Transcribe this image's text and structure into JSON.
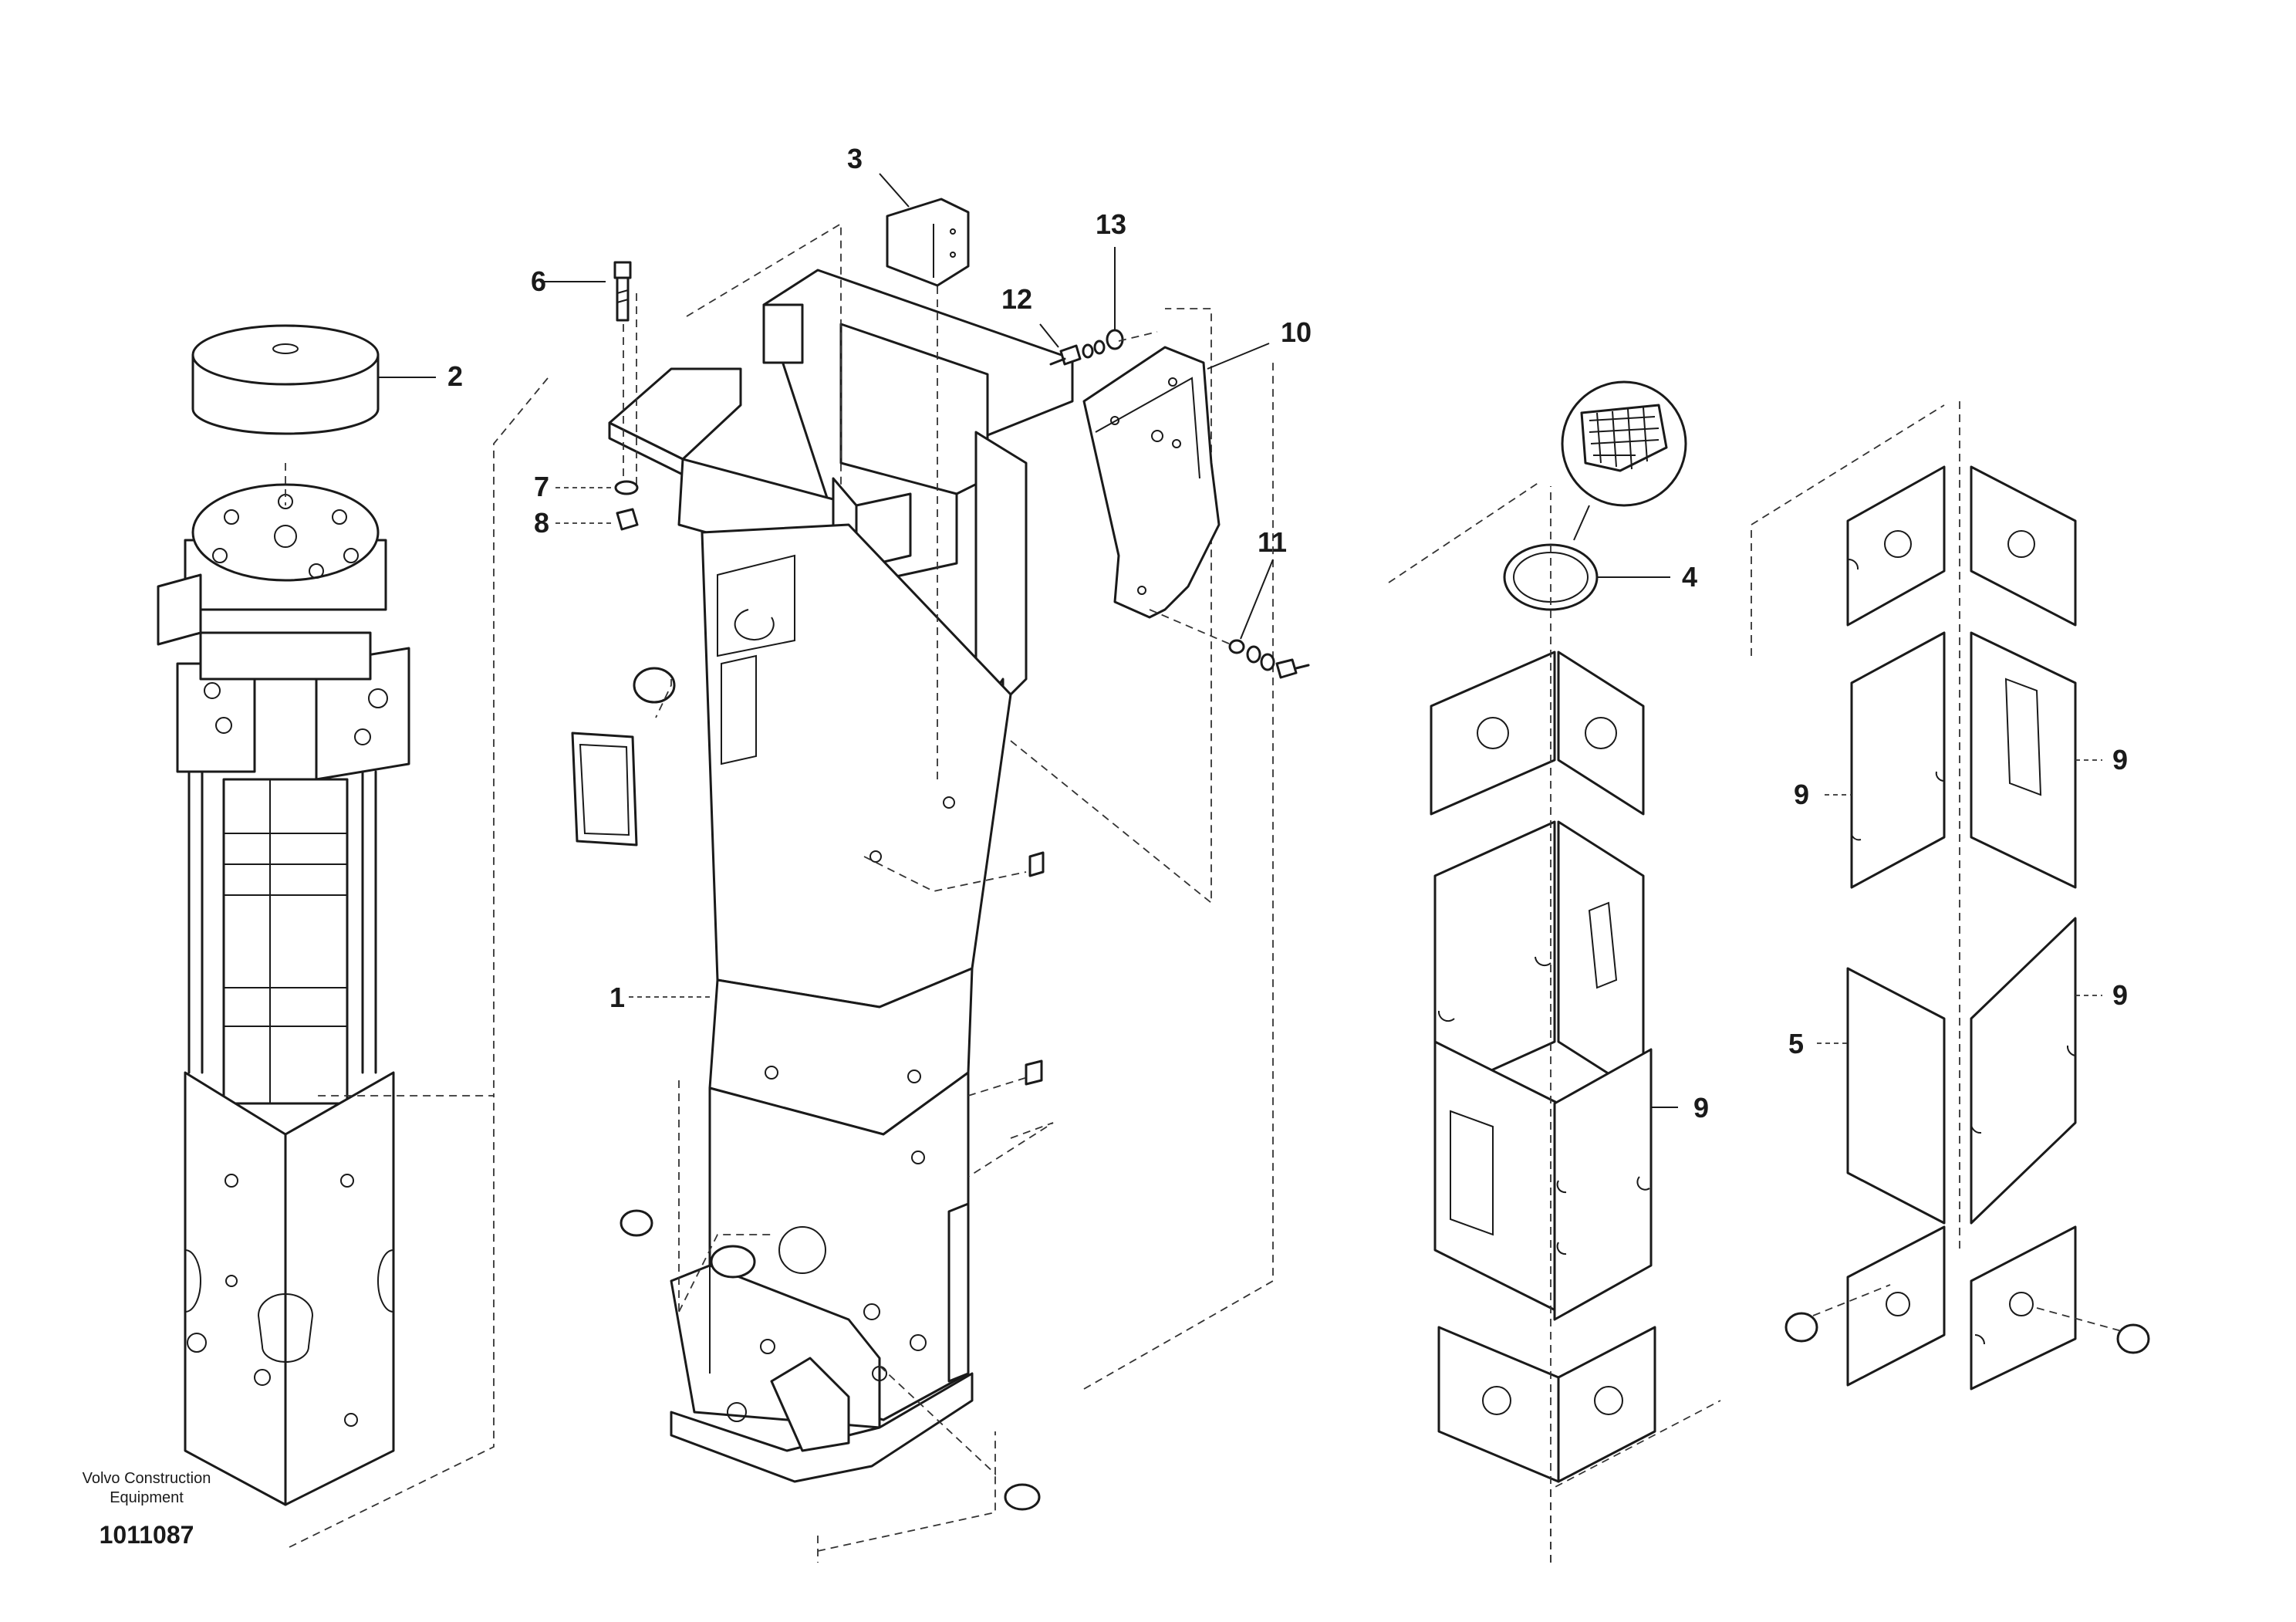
{
  "callouts": [
    {
      "id": "1",
      "text": "1"
    },
    {
      "id": "2",
      "text": "2"
    },
    {
      "id": "3",
      "text": "3"
    },
    {
      "id": "4",
      "text": "4"
    },
    {
      "id": "5",
      "text": "5"
    },
    {
      "id": "6",
      "text": "6"
    },
    {
      "id": "7",
      "text": "7"
    },
    {
      "id": "8",
      "text": "8"
    },
    {
      "id": "9a",
      "text": "9"
    },
    {
      "id": "9b",
      "text": "9"
    },
    {
      "id": "9c",
      "text": "9"
    },
    {
      "id": "9d",
      "text": "9"
    },
    {
      "id": "10",
      "text": "10"
    },
    {
      "id": "11",
      "text": "11"
    },
    {
      "id": "12",
      "text": "12"
    },
    {
      "id": "13",
      "text": "13"
    }
  ],
  "footer": {
    "company_line1": "Volvo Construction",
    "company_line2": "Equipment",
    "drawing_number": "1011087"
  }
}
